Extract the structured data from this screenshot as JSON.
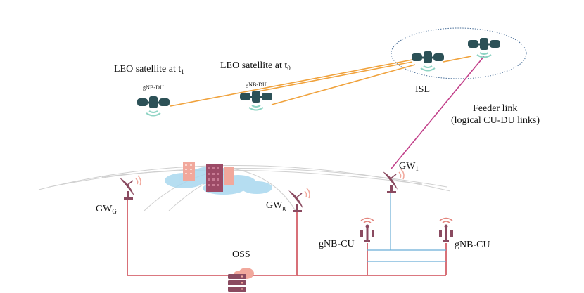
{
  "labels": {
    "leo_t1_prefix": "LEO satellite at t",
    "leo_t1_sub": "1",
    "leo_t0_prefix": "LEO satellite at t",
    "leo_t0_sub": "0",
    "gnb_du_1": "gNB-DU",
    "gnb_du_2": "gNB-DU",
    "isl": "ISL",
    "feeder_line1": "Feeder link",
    "feeder_line2": "(logical CU-DU links)",
    "gw1_prefix": "GW",
    "gw1_sub": "1",
    "gwG_prefix": "GW",
    "gwG_sub": "G",
    "gwg_prefix": "GW",
    "gwg_sub": "g",
    "gnb_cu_left": "gNB-CU",
    "gnb_cu_right": "gNB-CU",
    "oss": "OSS"
  },
  "colors": {
    "satellite_link": "#f0a23c",
    "feeder_link": "#c2408a",
    "ground_link": "#cf4c57",
    "cu_link": "#6aaed6",
    "satellite_body": "#2c5157",
    "signal": "#8fd4c4",
    "antenna": "#8a4a60",
    "building": "#f1a89c",
    "cloud": "#a9d8ef",
    "isl_ellipse": "#4a6f99"
  },
  "icons": [
    "satellite-icon",
    "dish-antenna-icon",
    "radio-tower-icon",
    "server-cloud-icon",
    "building-icon"
  ]
}
